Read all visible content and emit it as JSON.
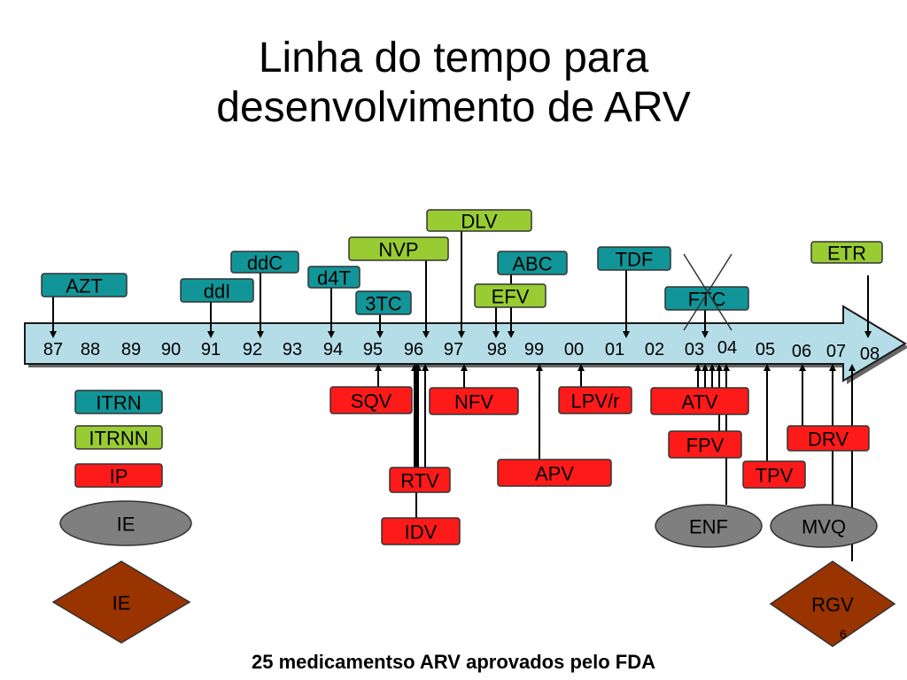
{
  "title": [
    "Linha do tempo para",
    "desenvolvimento de ARV"
  ],
  "footer": "25 medicamentso ARV aprovados pelo FDA",
  "page_number": "6",
  "colors": {
    "ITRN": "#119598",
    "ITRNN": "#99cc33",
    "IP": "#ff1a1a",
    "IE_ellipse": "#7f7f7f",
    "IE_diamond": "#993300",
    "arrow_fill": "#b5dde8"
  },
  "years": [
    "87",
    "88",
    "89",
    "90",
    "91",
    "92",
    "93",
    "94",
    "95",
    "96",
    "97",
    "98",
    "99",
    "00",
    "01",
    "02",
    "03",
    "04",
    "05",
    "06",
    "07",
    "08"
  ],
  "legend": [
    {
      "label": "ITRN",
      "class": "ITRN"
    },
    {
      "label": "ITRNN",
      "class": "ITRNN"
    },
    {
      "label": "IP",
      "class": "IP"
    },
    {
      "label": "IE",
      "class": "IE_ellipse"
    },
    {
      "label": "IE",
      "class": "IE_diamond"
    }
  ],
  "drugs_above": [
    {
      "label": "AZT",
      "class": "ITRN",
      "year": "87"
    },
    {
      "label": "ddI",
      "class": "ITRN",
      "year": "91"
    },
    {
      "label": "ddC",
      "class": "ITRN",
      "year": "92"
    },
    {
      "label": "d4T",
      "class": "ITRN",
      "year": "94"
    },
    {
      "label": "3TC",
      "class": "ITRN",
      "year": "95"
    },
    {
      "label": "NVP",
      "class": "ITRNN",
      "year": "96"
    },
    {
      "label": "DLV",
      "class": "ITRNN",
      "year": "97"
    },
    {
      "label": "ABC",
      "class": "ITRN",
      "year": "98"
    },
    {
      "label": "EFV",
      "class": "ITRNN",
      "year": "98"
    },
    {
      "label": "TDF",
      "class": "ITRN",
      "year": "01"
    },
    {
      "label": "FTC",
      "class": "ITRN",
      "year": "03",
      "crossed": true
    },
    {
      "label": "ETR",
      "class": "ITRNN",
      "year": "08"
    }
  ],
  "drugs_below": [
    {
      "label": "SQV",
      "class": "IP",
      "year": "95"
    },
    {
      "label": "RTV",
      "class": "IP",
      "year": "96"
    },
    {
      "label": "IDV",
      "class": "IP",
      "year": "96"
    },
    {
      "label": "NFV",
      "class": "IP",
      "year": "97"
    },
    {
      "label": "APV",
      "class": "IP",
      "year": "99"
    },
    {
      "label": "LPV/r",
      "class": "IP",
      "year": "00"
    },
    {
      "label": "ATV",
      "class": "IP",
      "year": "03"
    },
    {
      "label": "FPV",
      "class": "IP",
      "year": "03"
    },
    {
      "label": "ENF",
      "class": "IE_ellipse",
      "year": "03"
    },
    {
      "label": "TPV",
      "class": "IP",
      "year": "05"
    },
    {
      "label": "DRV",
      "class": "IP",
      "year": "06"
    },
    {
      "label": "MVQ",
      "class": "IE_ellipse",
      "year": "07"
    },
    {
      "label": "RGV",
      "class": "IE_diamond",
      "year": "07"
    }
  ]
}
